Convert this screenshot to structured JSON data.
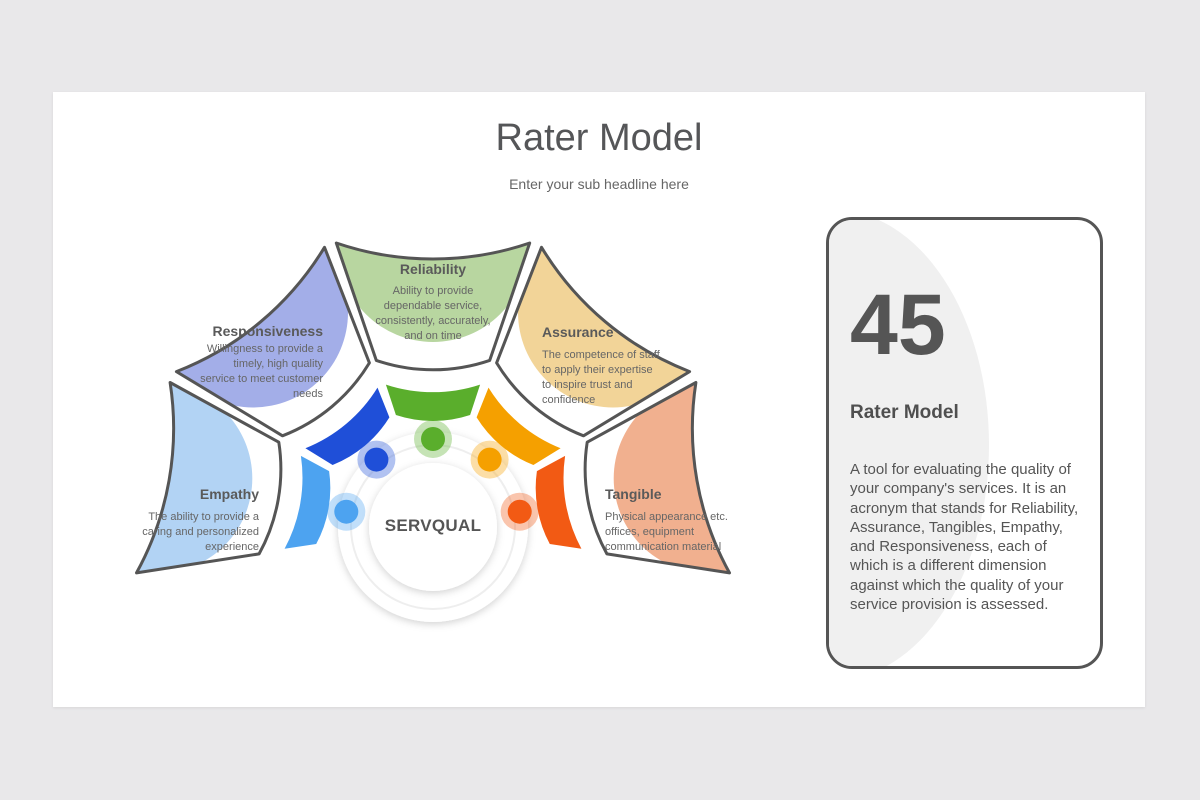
{
  "header": {
    "title": "Rater Model",
    "subtitle": "Enter your sub headline here"
  },
  "diagram": {
    "center_label": "SERVQUAL",
    "segments": [
      {
        "id": "empathy",
        "title": "Empathy",
        "description": "The ability to provide a caring and personalized experience",
        "color": "#4da3f0",
        "light_color": "#b2d3f4"
      },
      {
        "id": "responsiveness",
        "title": "Responsiveness",
        "description": "Willingness to provide a timely, high quality service to meet customer needs",
        "color": "#1f4fd8",
        "light_color": "#a3aee8"
      },
      {
        "id": "reliability",
        "title": "Reliability",
        "description": "Ability to provide dependable service, consistently, accurately, and on time",
        "color": "#5aae2c",
        "light_color": "#b8d6a0"
      },
      {
        "id": "assurance",
        "title": "Assurance",
        "description": "The competence of staff to apply their expertise to inspire trust and confidence",
        "color": "#f5a000",
        "light_color": "#f2d498"
      },
      {
        "id": "tangible",
        "title": "Tangible",
        "description": "Physical appearance etc. offices, equipment communication material",
        "color": "#f25a14",
        "light_color": "#f1b08f"
      }
    ]
  },
  "card": {
    "number": "45",
    "title": "Rater Model",
    "description": "A tool for evaluating the quality of your company's services. It is an acronym that stands for Reliability, Assurance, Tangibles, Empathy, and Responsiveness, each of which is a different dimension against which the quality of your service provision is assessed."
  }
}
